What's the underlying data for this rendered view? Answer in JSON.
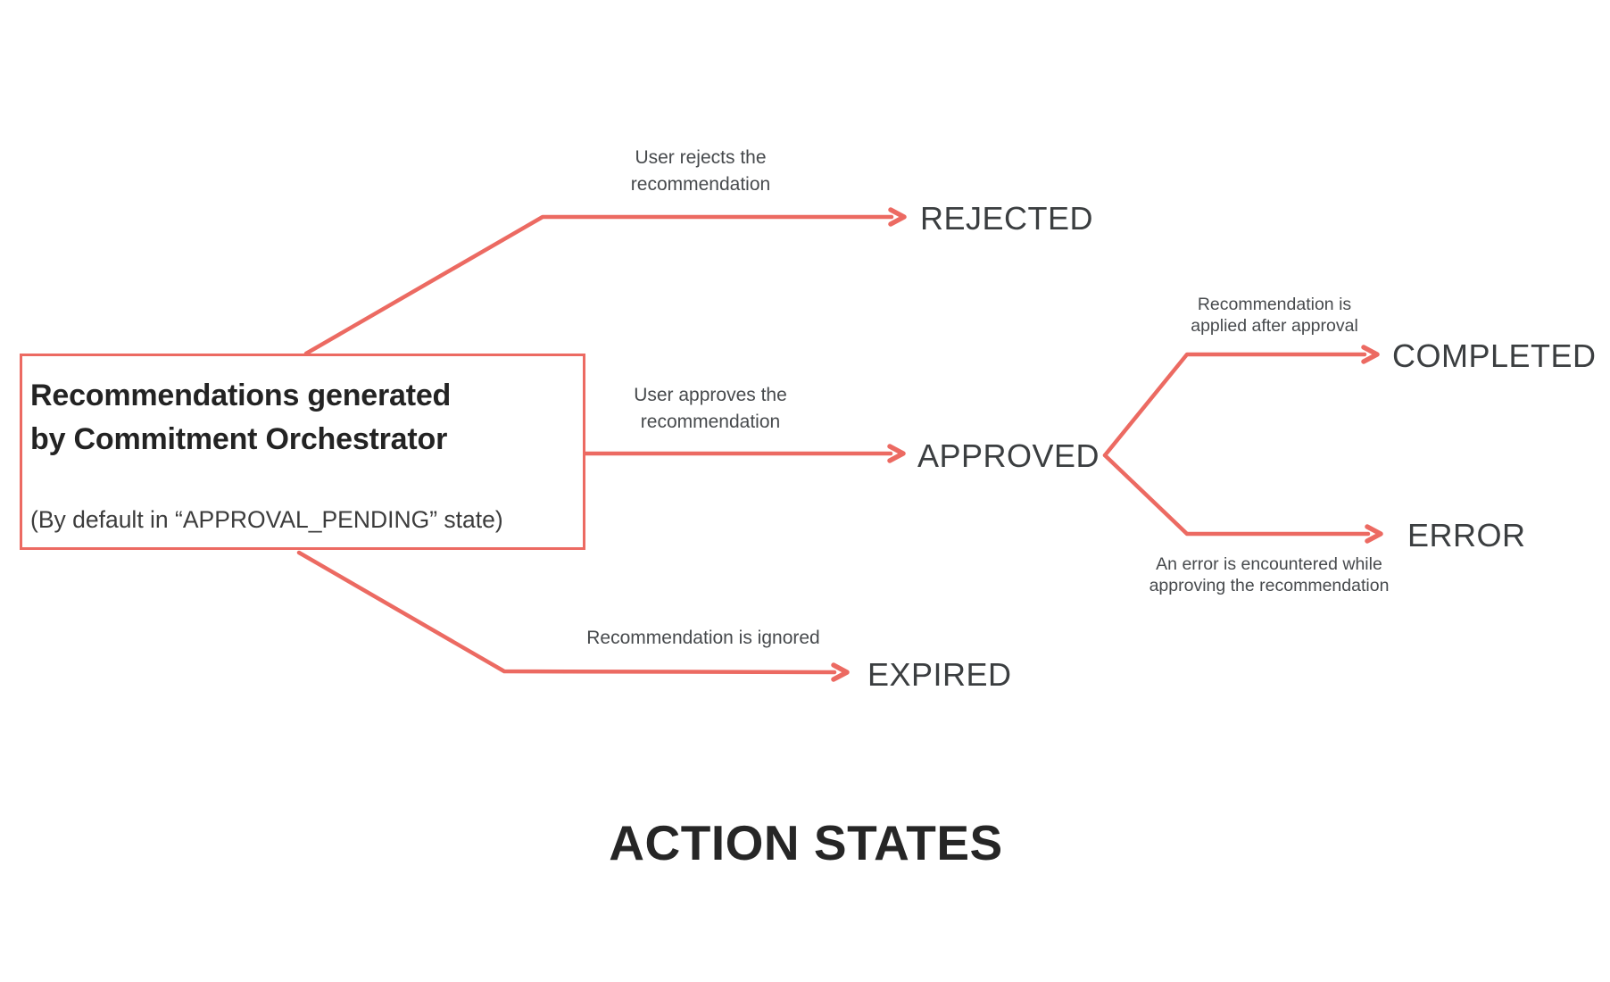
{
  "colors": {
    "accent": "#EC6A62",
    "state_text": "#3B3E40",
    "edge_label_text": "#474A4D",
    "box_title_text": "#232323",
    "diagram_title_text": "#262626"
  },
  "source_box": {
    "title": "Recommendations generated\nby Commitment Orchestrator",
    "subtitle": "(By default in “APPROVAL_PENDING” state)"
  },
  "states": {
    "rejected": "REJECTED",
    "approved": "APPROVED",
    "completed": "COMPLETED",
    "error": "ERROR",
    "expired": "EXPIRED"
  },
  "edge_labels": {
    "rejected": "User rejects the\nrecommendation",
    "approved": "User approves the\nrecommendation",
    "expired": "Recommendation is ignored",
    "completed": "Recommendation is\napplied after approval",
    "error": "An error is encountered while\napproving the recommendation"
  },
  "diagram_title": "ACTION STATES"
}
